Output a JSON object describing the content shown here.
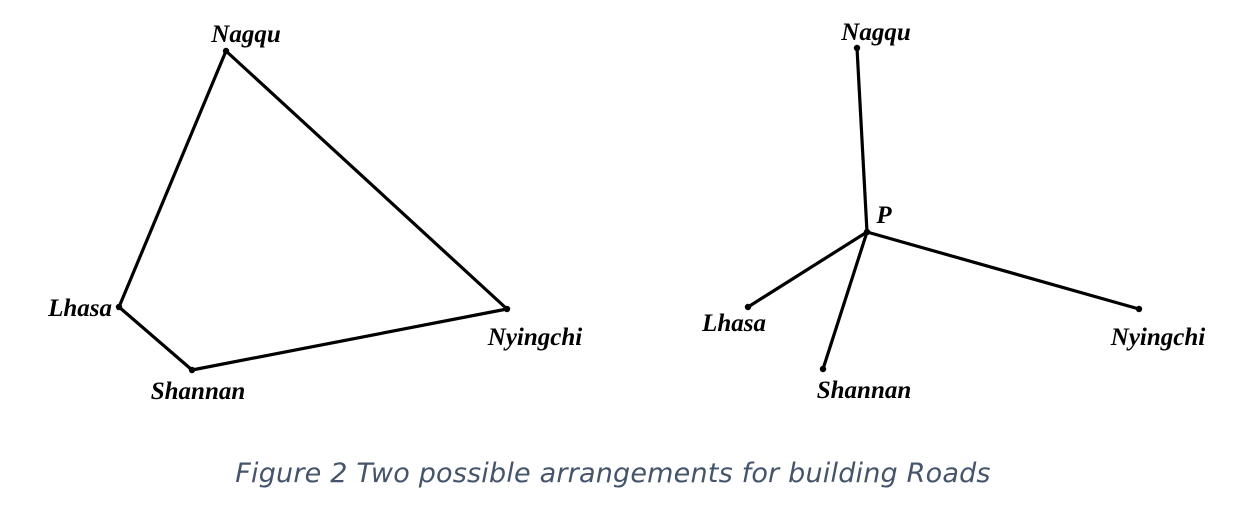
{
  "caption": "Figure 2 Two possible arrangements for building Roads",
  "diagrams": [
    {
      "id": "ring",
      "nodes": [
        {
          "id": "nagqu",
          "label": "Nagqu"
        },
        {
          "id": "lhasa",
          "label": "Lhasa"
        },
        {
          "id": "shannan",
          "label": "Shannan"
        },
        {
          "id": "nyingchi",
          "label": "Nyingchi"
        }
      ],
      "edges": [
        [
          "nagqu",
          "lhasa"
        ],
        [
          "lhasa",
          "shannan"
        ],
        [
          "shannan",
          "nyingchi"
        ],
        [
          "nyingchi",
          "nagqu"
        ]
      ]
    },
    {
      "id": "steiner",
      "nodes": [
        {
          "id": "nagqu",
          "label": "Nagqu"
        },
        {
          "id": "p",
          "label": "P"
        },
        {
          "id": "lhasa",
          "label": "Lhasa"
        },
        {
          "id": "shannan",
          "label": "Shannan"
        },
        {
          "id": "nyingchi",
          "label": "Nyingchi"
        }
      ],
      "edges": [
        [
          "p",
          "nagqu"
        ],
        [
          "p",
          "lhasa"
        ],
        [
          "p",
          "shannan"
        ],
        [
          "p",
          "nyingchi"
        ]
      ]
    }
  ]
}
